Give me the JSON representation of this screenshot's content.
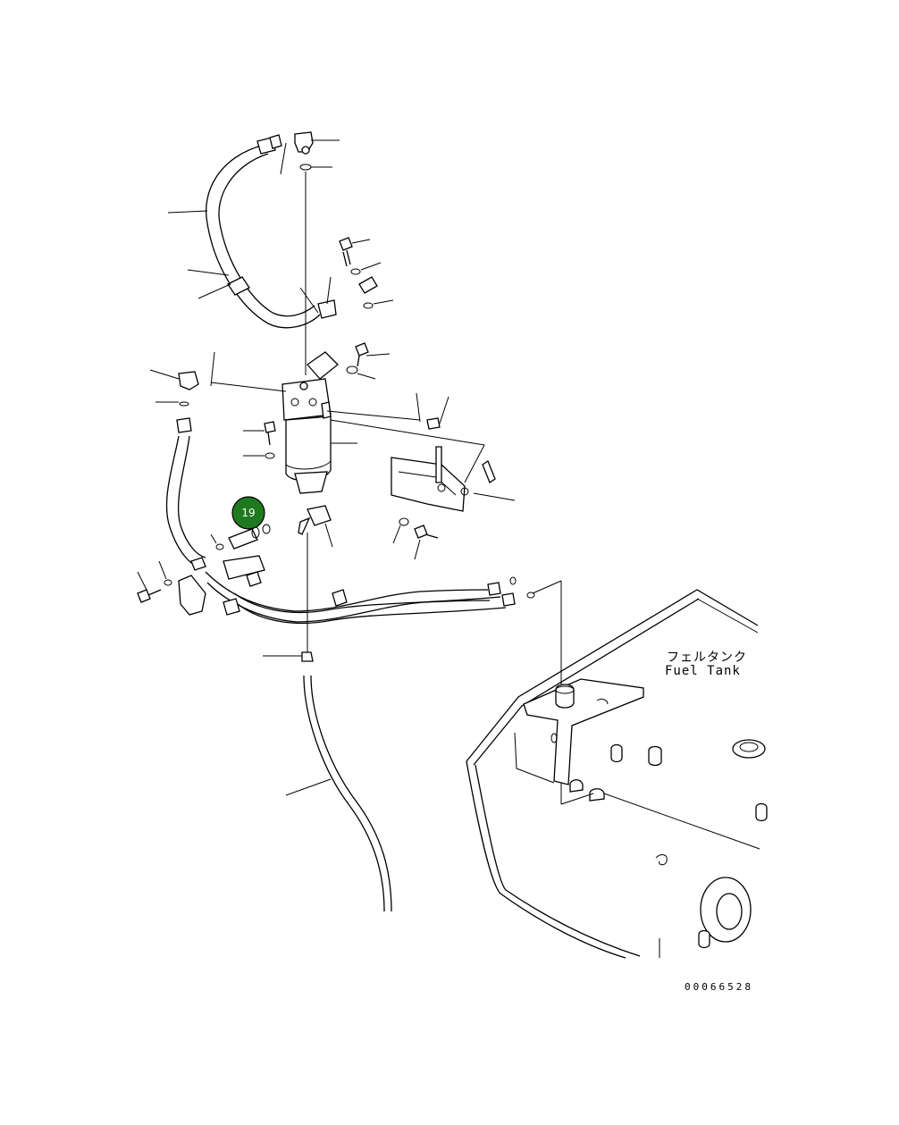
{
  "diagram": {
    "labels": {
      "fuel_tank_jp": "フェルタンク",
      "fuel_tank_en": "Fuel Tank",
      "drawing_number": "00066528"
    },
    "callouts": [
      {
        "number": "19",
        "color": "#1f7a1f"
      }
    ]
  }
}
